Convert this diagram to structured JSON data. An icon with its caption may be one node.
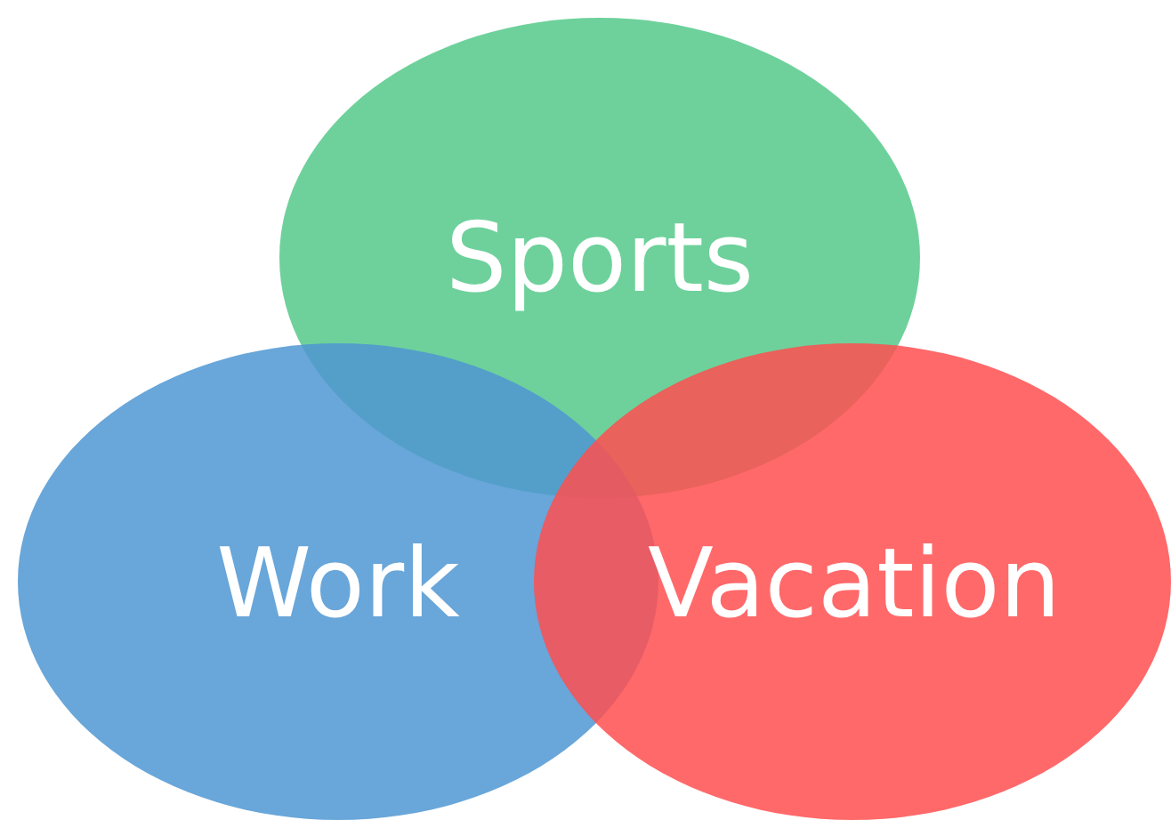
{
  "diagram": {
    "nodes": [
      {
        "text": [
          "Sports"
        ]
      },
      {
        "text": [
          "Work"
        ]
      },
      {
        "text": [
          "Vacation"
        ]
      }
    ]
  }
}
